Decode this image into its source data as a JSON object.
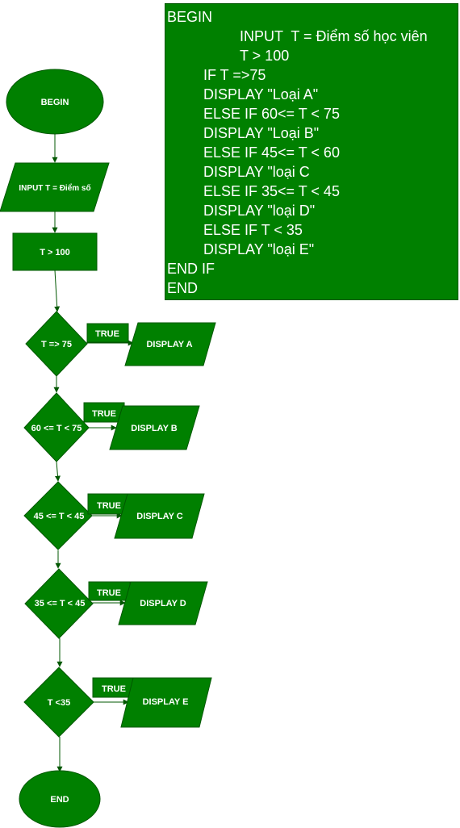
{
  "flowchart": {
    "begin": "BEGIN",
    "input": "INPUT T = Điểm số",
    "guard": "T > 100",
    "branches": [
      {
        "condition": "T => 75",
        "true_label": "TRUE",
        "output": "DISPLAY A"
      },
      {
        "condition": "60 <= T < 75",
        "true_label": "TRUE",
        "output": "DISPLAY B"
      },
      {
        "condition": "45 <= T < 45",
        "true_label": "TRUE",
        "output": "DISPLAY C"
      },
      {
        "condition": "35 <= T < 45",
        "true_label": "TRUE",
        "output": "DISPLAY D"
      },
      {
        "condition": "T <35",
        "true_label": "TRUE",
        "output": "DISPLAY E"
      }
    ],
    "end": "END"
  },
  "pseudocode": {
    "lines": [
      {
        "text": "BEGIN",
        "indent": 0
      },
      {
        "text": "INPUT  T = Điểm số học viên",
        "indent": 2
      },
      {
        "text": "T > 100",
        "indent": 2
      },
      {
        "text": "IF T =>75",
        "indent": 1
      },
      {
        "text": "DISPLAY \"Loại A\"",
        "indent": 1
      },
      {
        "text": "ELSE IF 60<= T < 75",
        "indent": 1
      },
      {
        "text": "DISPLAY \"Loại B\"",
        "indent": 1
      },
      {
        "text": "ELSE IF 45<= T < 60",
        "indent": 1
      },
      {
        "text": "DISPLAY \"loại C",
        "indent": 1
      },
      {
        "text": "ELSE IF 35<= T < 45",
        "indent": 1
      },
      {
        "text": "DISPLAY \"loại D\"",
        "indent": 1
      },
      {
        "text": "ELSE IF T < 35",
        "indent": 1
      },
      {
        "text": "DISPLAY \"loại E\"",
        "indent": 1
      },
      {
        "text": "END IF",
        "indent": 0
      },
      {
        "text": "END",
        "indent": 0
      }
    ]
  },
  "colors": {
    "fill": "#008000",
    "stroke": "#005700",
    "text": "#ffffff"
  }
}
